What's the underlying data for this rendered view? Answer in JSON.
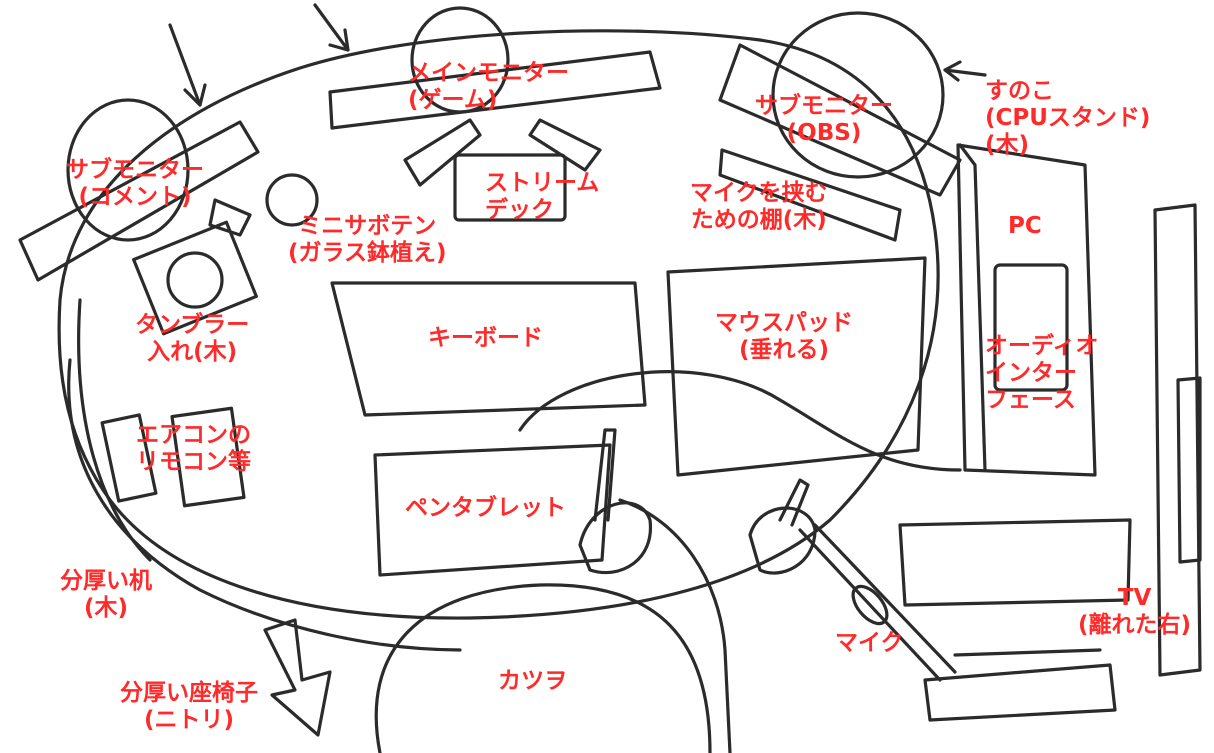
{
  "labels": {
    "main_monitor": [
      "メインモニター",
      "(ゲーム)"
    ],
    "sub_monitor_comment": [
      "サブモニター",
      "(コメント)"
    ],
    "sub_monitor_obs": [
      "サブモニター",
      "(OBS)"
    ],
    "sunoko": [
      "すのこ",
      "(CPUスタンド)",
      "(木)"
    ],
    "stream_deck": [
      "ストリーム",
      "デック"
    ],
    "mic_shelf": [
      "マイクを挟む",
      "ための棚(木)"
    ],
    "mini_cactus": [
      "ミニサボテン",
      "(ガラス鉢植え)"
    ],
    "pc": [
      "PC"
    ],
    "tumbler_holder": [
      "タンブラー",
      "入れ(木)"
    ],
    "keyboard": [
      "キーボード"
    ],
    "mouse_pad": [
      "マウスパッド",
      "(垂れる)"
    ],
    "audio_interface": [
      "オーディオ",
      "インター",
      "フェース"
    ],
    "aircon_remote": [
      "エアコンの",
      "リモコン等"
    ],
    "pen_tablet": [
      "ペンタブレット"
    ],
    "thick_desk": [
      "分厚い机",
      "(木)"
    ],
    "tv": [
      "TV",
      "(離れた右)"
    ],
    "mic": [
      "マイク"
    ],
    "thick_chair": [
      "分厚い座椅子",
      "(ニトリ)"
    ],
    "katsuwo": [
      "カツヲ"
    ]
  }
}
